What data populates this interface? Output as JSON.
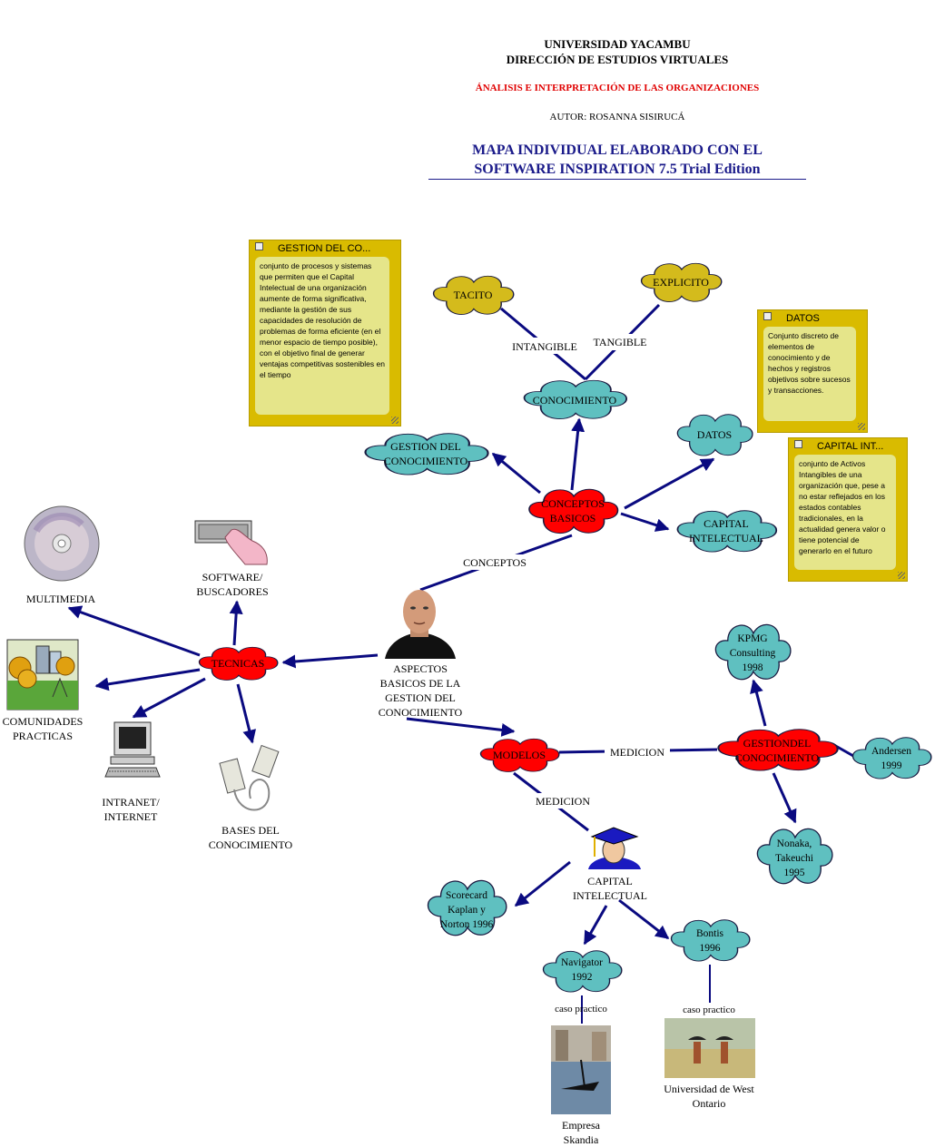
{
  "header": {
    "university": "UNIVERSIDAD YACAMBU",
    "direction": "DIRECCIÓN DE ESTUDIOS VIRTUALES",
    "course": "ÁNALISIS E INTERPRETACIÓN DE LAS ORGANIZACIONES",
    "author": "AUTOR: ROSANNA SISIRUCÁ",
    "title_line1": "MAPA INDIVIDUAL ELABORADO CON EL",
    "title_line2": "SOFTWARE INSPIRATION 7.5 Trial Edition"
  },
  "colors": {
    "red_cloud": "#ff0000",
    "teal_cloud": "#5fc0c0",
    "gold_cloud": "#d4bb1c",
    "arrow": "#0a0a80",
    "note": "#d9bb00"
  },
  "central": {
    "line1": "ASPECTOS",
    "line2": "BASICOS DE LA",
    "line3": "GESTION DEL",
    "line4": "CONOCIMIENTO"
  },
  "clouds": {
    "tacito": "TACITO",
    "explicito": "EXPLICITO",
    "conocimiento": "CONOCIMIENTO",
    "gestion_l1": "GESTION DEL",
    "gestion_l2": "CONOCIMIENTO",
    "datos": "DATOS",
    "conceptos_l1": "CONCEPTOS",
    "conceptos_l2": "BASICOS",
    "capital_l1": "CAPITAL",
    "capital_l2": "INTELECTUAL",
    "tecnicas": "TECNICAS",
    "modelos": "MODELOS",
    "gc_l1": "GESTIONDEL",
    "gc_l2": "CONOCIMIENTO",
    "kpmg_l1": "KPMG",
    "kpmg_l2": "Consulting",
    "kpmg_l3": "1998",
    "andersen_l1": "Andersen",
    "andersen_l2": "1999",
    "nonaka_l1": "Nonaka,",
    "nonaka_l2": "Takeuchi",
    "nonaka_l3": "1995",
    "scorecard_l1": "Scorecard",
    "scorecard_l2": "Kaplan y",
    "scorecard_l3": "Norton 1996",
    "navigator_l1": "Navigator",
    "navigator_l2": "1992",
    "bontis_l1": "Bontis",
    "bontis_l2": "1996"
  },
  "links": {
    "intangible": "INTANGIBLE",
    "tangible": "TANGIBLE",
    "conceptos": "CONCEPTOS",
    "medicion1": "MEDICION",
    "medicion2": "MEDICION",
    "caso1": "caso practico",
    "caso2": "caso practico"
  },
  "images": {
    "multimedia": "MULTIMEDIA",
    "software_l1": "SOFTWARE/",
    "software_l2": "BUSCADORES",
    "comunidades_l1": "COMUNIDADES",
    "comunidades_l2": "PRACTICAS",
    "intranet_l1": "INTRANET/",
    "intranet_l2": "INTERNET",
    "bases_l1": "BASES DEL",
    "bases_l2": "CONOCIMIENTO",
    "capital_l1": "CAPITAL",
    "capital_l2": "INTELECTUAL",
    "skandia_l1": "Empresa",
    "skandia_l2": "Skandia",
    "west_l1": "Universidad de West",
    "west_l2": "Ontario"
  },
  "notes": {
    "gestion_title": "GESTION DEL CO...",
    "gestion_body": " conjunto de procesos y sistemas que permiten que el Capital Intelectual de una organización aumente de forma significativa, mediante la gestión de sus capacidades de resolución de problemas de forma eficiente (en el menor espacio de tiempo posible), con el objetivo final de generar ventajas competitivas sostenibles en el tiempo",
    "datos_title": "DATOS",
    "datos_body": "Conjunto discreto de elementos de conocimiento y de hechos y registros objetivos sobre sucesos y transacciones.",
    "capital_title": "CAPITAL INT...",
    "capital_body": "conjunto de Activos Intangibles de una organización que, pese a no estar reflejados en los estados contables tradicionales, en la actualidad genera valor o tiene potencial de generarlo en el futuro"
  }
}
